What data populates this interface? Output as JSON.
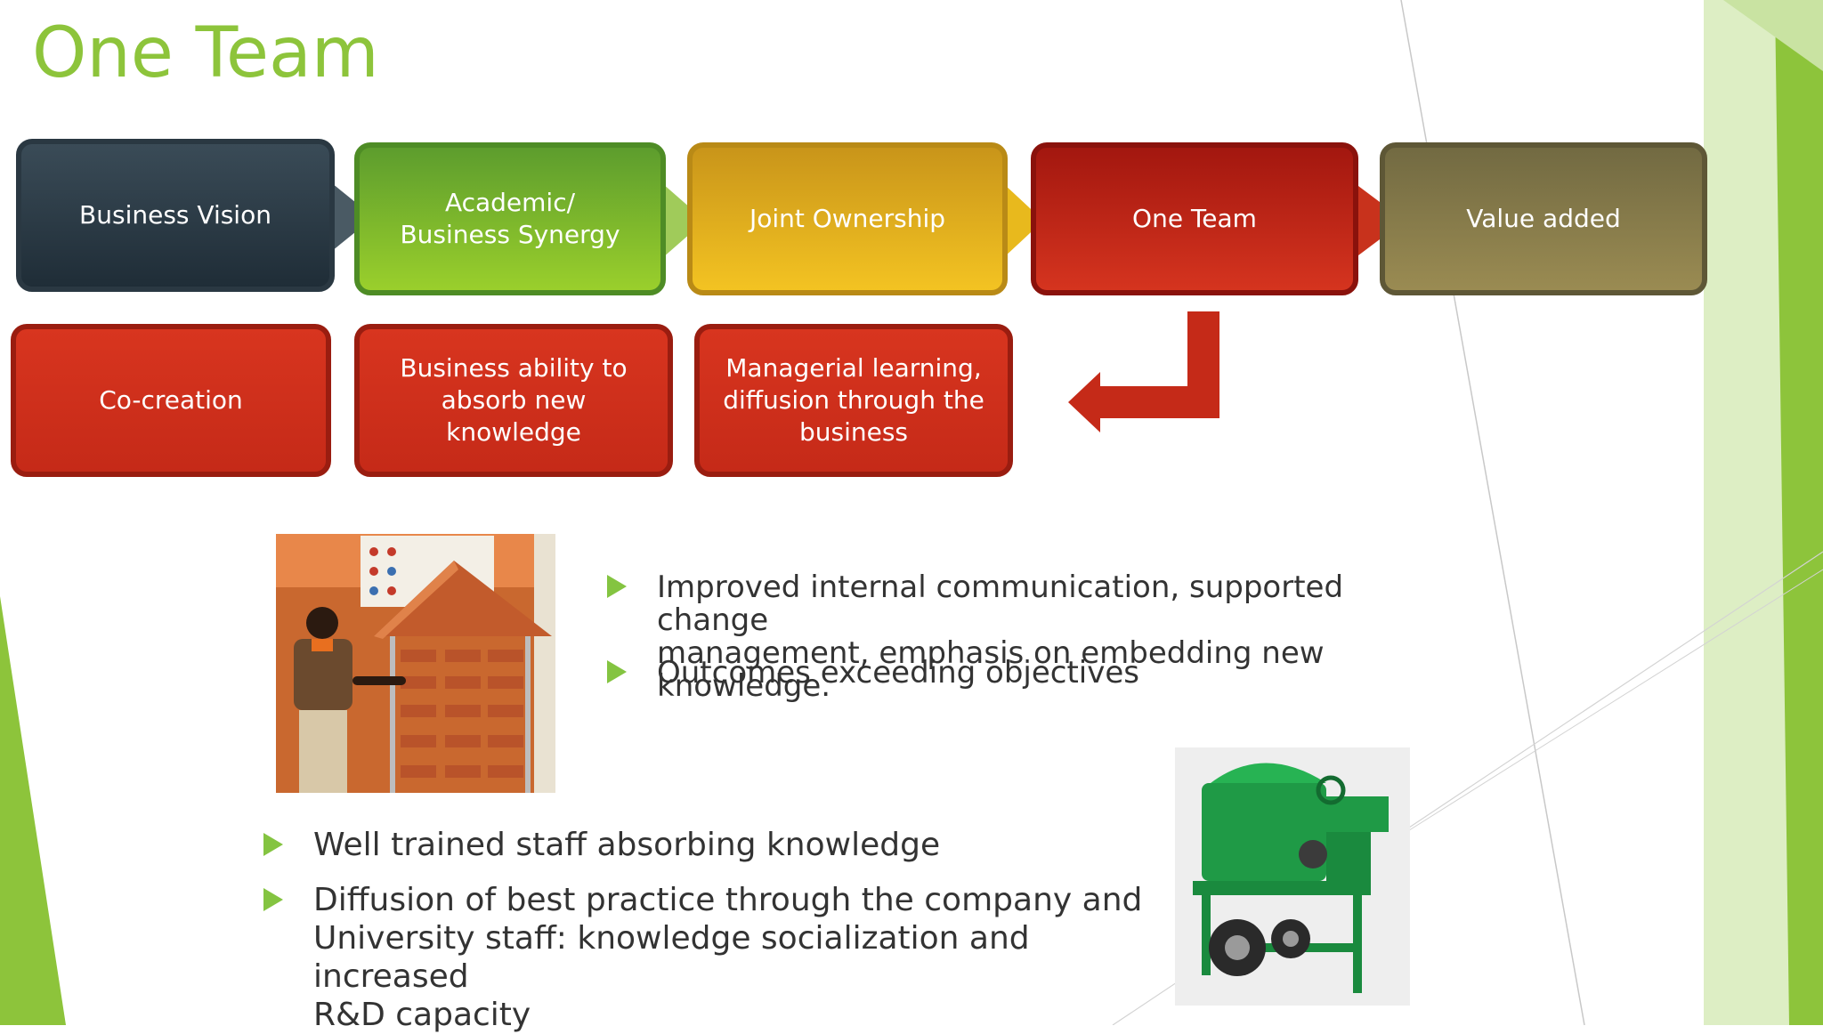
{
  "slide": {
    "title": "One Team",
    "accent_color": "#8dc43b"
  },
  "process_flow": {
    "row1": [
      {
        "label_lines": [
          "Business Vision"
        ],
        "color": "#1f2d37"
      },
      {
        "label_lines": [
          "Academic/",
          "Business Synergy"
        ],
        "color": "#7ab82a"
      },
      {
        "label_lines": [
          "Joint Ownership"
        ],
        "color": "#e6b31e"
      },
      {
        "label_lines": [
          "One Team"
        ],
        "color": "#c02616"
      },
      {
        "label_lines": [
          "Value added"
        ],
        "color": "#857a49"
      }
    ],
    "row2": [
      {
        "label_lines": [
          "Co-creation"
        ],
        "color": "#d03019"
      },
      {
        "label_lines": [
          "Business ability to",
          "absorb new knowledge"
        ],
        "color": "#d03019"
      },
      {
        "label_lines": [
          "Managerial learning,",
          "diffusion through the",
          "business"
        ],
        "color": "#d03019"
      }
    ],
    "return_arrow_icon": "elbow-arrow-left-icon"
  },
  "bullets_right": [
    {
      "lines": [
        "Improved internal communication, supported change",
        "management, emphasis on embedding new knowledge."
      ]
    },
    {
      "lines": [
        "Outcomes exceeding objectives"
      ]
    }
  ],
  "bullets_bottom": [
    {
      "lines": [
        "Well trained staff absorbing knowledge"
      ]
    },
    {
      "lines": [
        "Diffusion of best practice through the company and",
        "University staff: knowledge socialization and increased",
        "R&D capacity"
      ]
    }
  ],
  "images": {
    "photo1": "man-with-roof-tiles-photo",
    "photo2": "green-thresher-machine-photo"
  }
}
